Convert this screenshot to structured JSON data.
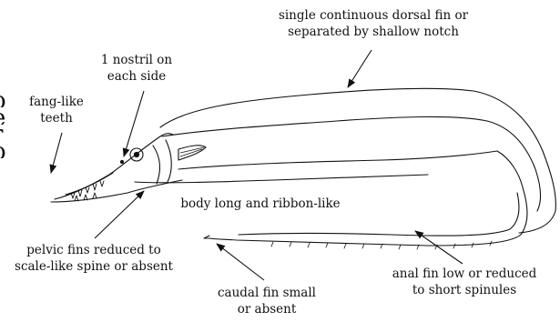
{
  "labels": {
    "dorsal_line1": "single continuous dorsal fin or",
    "dorsal_line2": "separated by shallow notch",
    "nostril_line1": "1 nostril on",
    "nostril_line2": "each side",
    "teeth_line1": "fang-like",
    "teeth_line2": "teeth",
    "body": "body long and ribbon-like",
    "pelvic_line1": "pelvic fins reduced to",
    "pelvic_line2": "scale-like spine or absent",
    "caudal_line1": "caudal fin small",
    "caudal_line2": "or absent",
    "anal_line1": "anal fin low or reduced",
    "anal_line2": "to short spinules"
  },
  "colors": {
    "ink": "#111111",
    "paper": "#ffffff"
  }
}
